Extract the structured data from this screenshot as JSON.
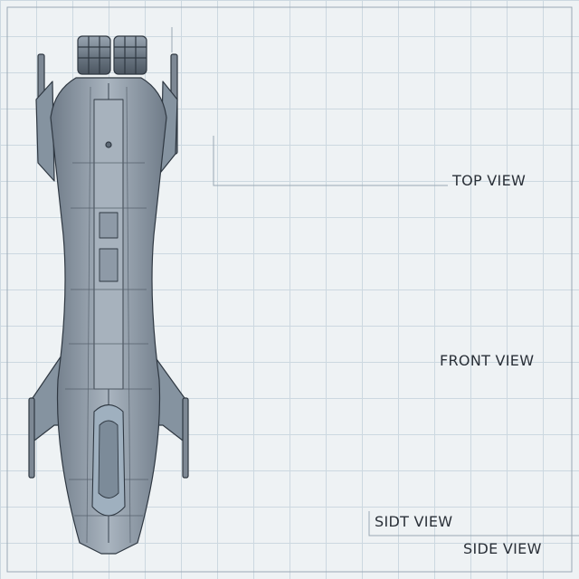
{
  "labels": {
    "top": "TOP VIEW",
    "front": "FRONT VIEW",
    "misprint": "SIDT VIEW",
    "side": "SIDE VIEW"
  },
  "palette": {
    "paper": "#eef2f4",
    "grid": "#ccd8e0",
    "hull": "#8e9aa7",
    "hull_light": "#a7b2bd",
    "hull_dark": "#5f6a76",
    "line": "#2f3842",
    "glass": "#b8c6d2"
  }
}
